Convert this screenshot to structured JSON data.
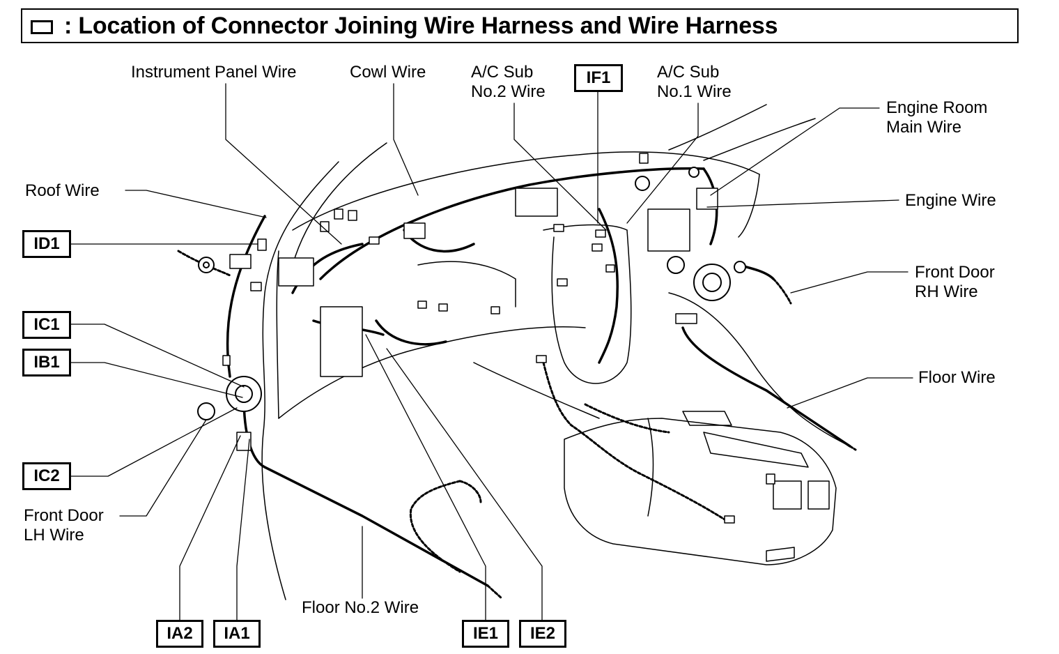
{
  "title": ": Location of Connector Joining Wire Harness and Wire Harness",
  "wire_labels": {
    "instrument_panel": "Instrument Panel Wire",
    "cowl": "Cowl Wire",
    "ac_sub_no2": [
      "A/C Sub",
      "No.2 Wire"
    ],
    "ac_sub_no1": [
      "A/C Sub",
      "No.1 Wire"
    ],
    "engine_room_main": [
      "Engine Room",
      "Main Wire"
    ],
    "roof": "Roof Wire",
    "engine": "Engine Wire",
    "front_door_rh": [
      "Front Door",
      "RH Wire"
    ],
    "floor": "Floor Wire",
    "front_door_lh": [
      "Front Door",
      "LH Wire"
    ],
    "floor_no2": "Floor No.2 Wire"
  },
  "connectors": {
    "if1": "IF1",
    "id1": "ID1",
    "ic1": "IC1",
    "ib1": "IB1",
    "ic2": "IC2",
    "ia2": "IA2",
    "ia1": "IA1",
    "ie1": "IE1",
    "ie2": "IE2"
  }
}
